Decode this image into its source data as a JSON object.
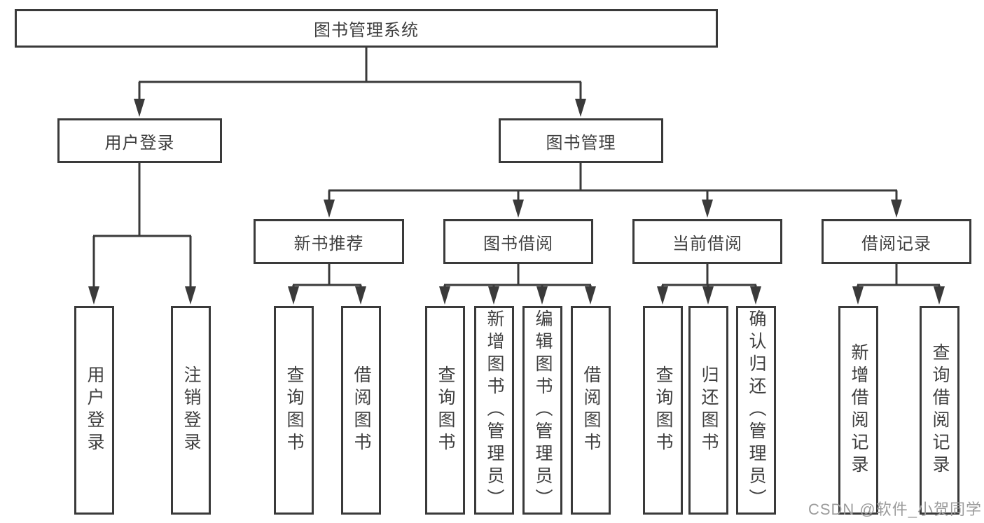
{
  "diagram": {
    "root": "图书管理系统",
    "level2": [
      {
        "label": "用户登录",
        "children": [
          "用户登录",
          "注销登录"
        ]
      },
      {
        "label": "图书管理",
        "children": [
          {
            "label": "新书推荐",
            "children": [
              "查询图书",
              "借阅图书"
            ]
          },
          {
            "label": "图书借阅",
            "children": [
              "查询图书",
              "新增图书（管理员）",
              "编辑图书（管理员）",
              "借阅图书"
            ]
          },
          {
            "label": "当前借阅",
            "children": [
              "查询图书",
              "归还图书",
              "确认归还（管理员）"
            ]
          },
          {
            "label": "借阅记录",
            "children": [
              "新增借阅记录",
              "查询借阅记录"
            ]
          }
        ]
      }
    ]
  },
  "watermark": "CSDN @软件_小贺同学",
  "colors": {
    "line": "#3a3a3a",
    "text": "#3f3f3f",
    "watermark": "#9c9c9c",
    "background": "#ffffff"
  }
}
